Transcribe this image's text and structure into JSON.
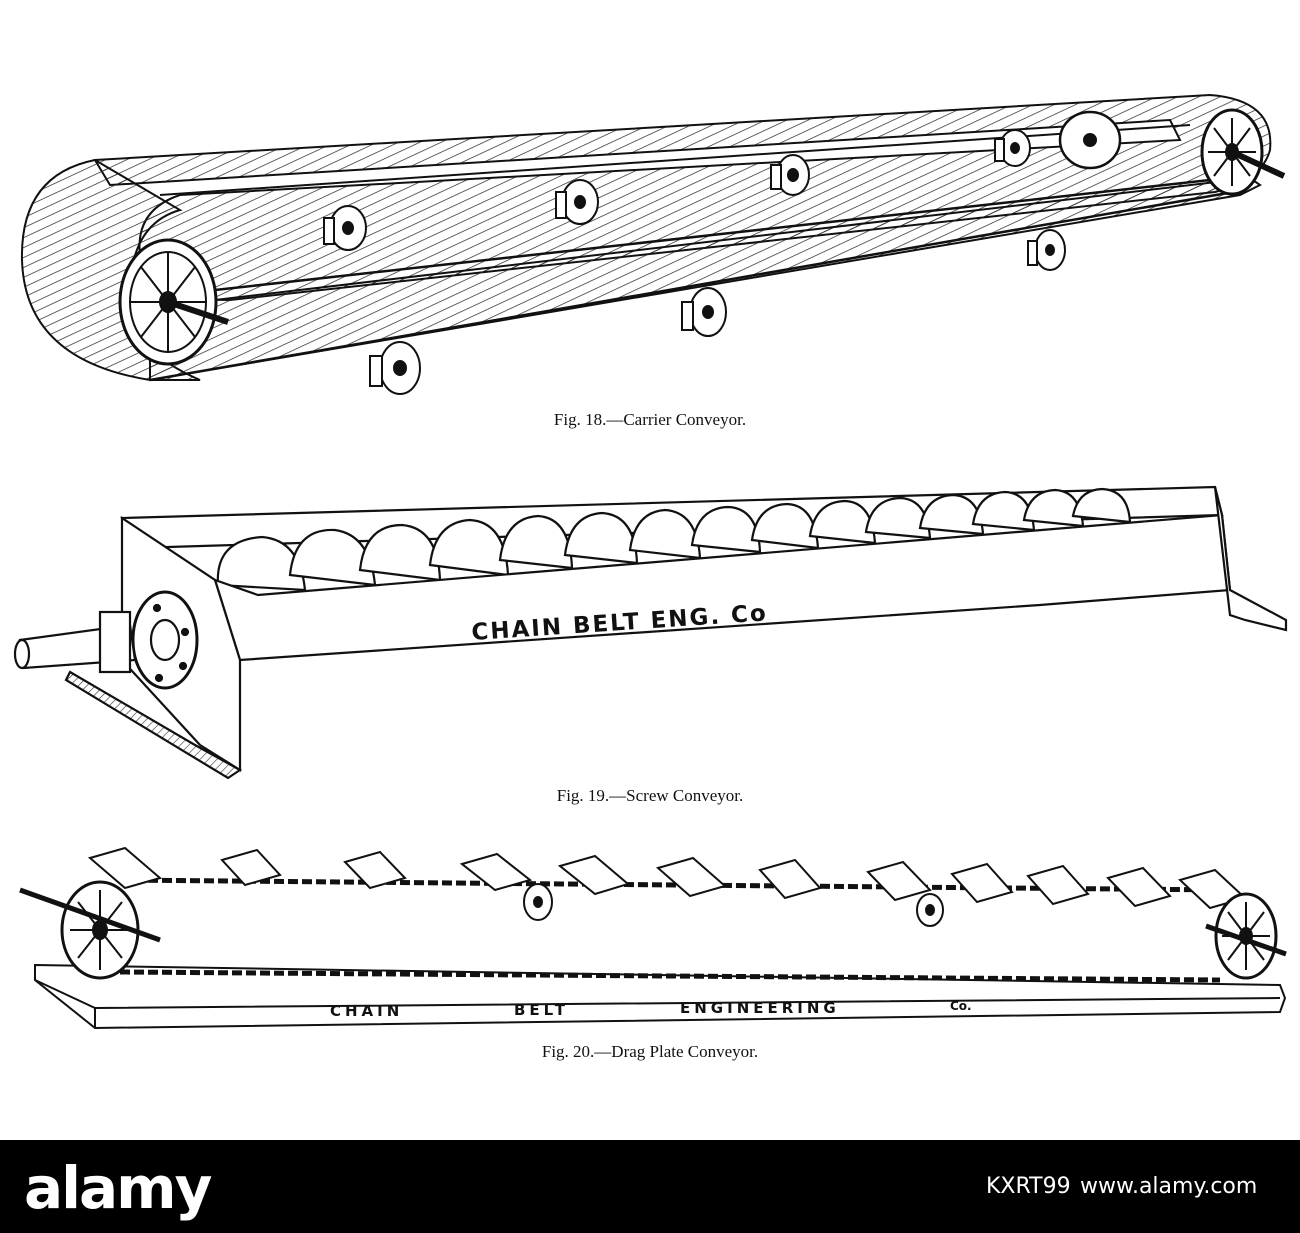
{
  "figures": [
    {
      "number": "18",
      "caption": "Fig. 18.—Carrier Conveyor."
    },
    {
      "number": "19",
      "caption": "Fig. 19.—Screw Conveyor."
    },
    {
      "number": "20",
      "caption": "Fig. 20.—Drag Plate Conveyor."
    }
  ],
  "fig19_stamp": "CHAIN BELT ENG. Co",
  "fig20_stamp": [
    "CHAIN",
    "BELT",
    "ENGINEERING",
    "Co."
  ],
  "watermark": {
    "brand": "alamy",
    "image_id": "KXRT99",
    "url": "www.alamy.com",
    "colors": {
      "bar": "#000000",
      "text": "#ffffff"
    }
  },
  "colors": {
    "ink": "#111111",
    "paper": "#ffffff"
  }
}
